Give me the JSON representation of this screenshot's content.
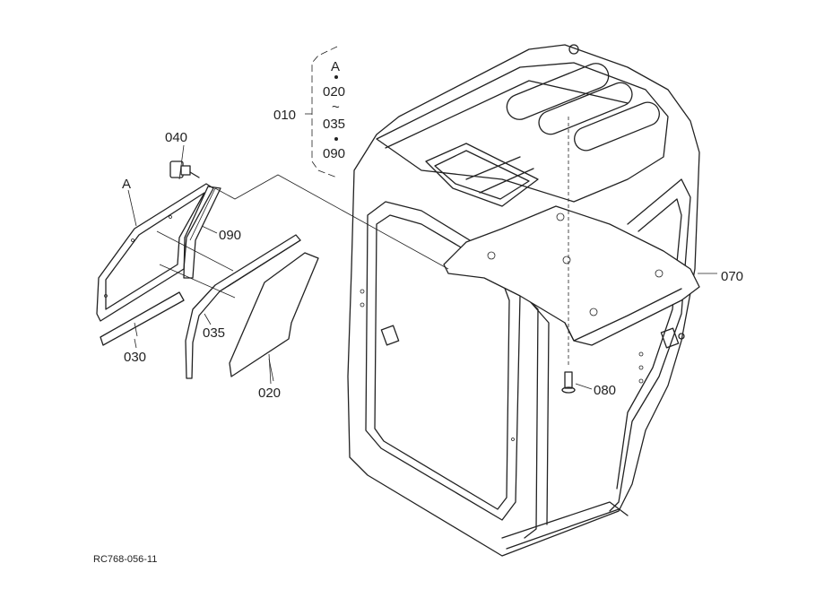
{
  "diagram": {
    "parts": {
      "p010": "010",
      "p020": "020",
      "p030": "030",
      "p035": "035",
      "p040": "040",
      "p070": "070",
      "p080": "080",
      "p090": "090"
    },
    "assembly_list": {
      "ref": "A",
      "from": "020",
      "tilde": "~",
      "to": "035",
      "extra": "090"
    },
    "detail_ref": "A",
    "drawing_code": "RC768-056-11"
  }
}
